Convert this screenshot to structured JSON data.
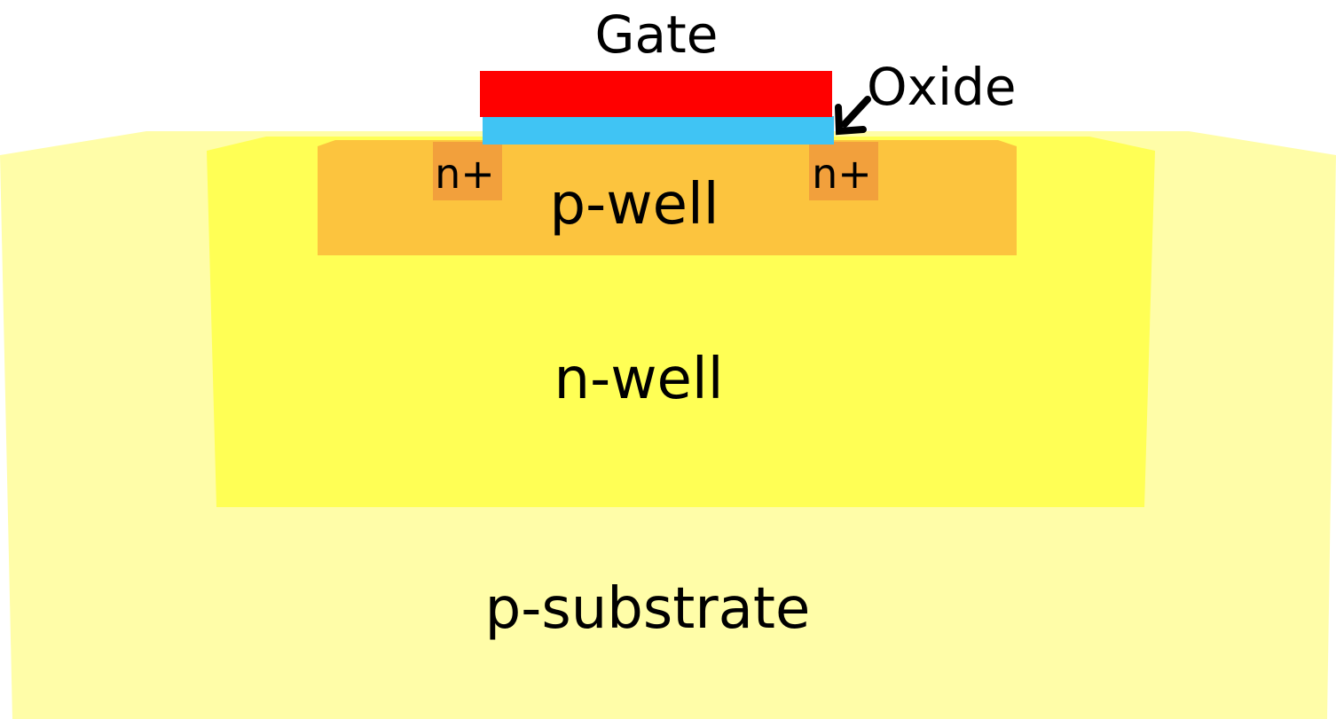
{
  "labels": {
    "gate": "Gate",
    "oxide": "Oxide",
    "n_plus_left": "n+",
    "n_plus_right": "n+",
    "p_well": "p-well",
    "n_well": "n-well",
    "p_substrate": "p-substrate"
  },
  "colors": {
    "p_substrate": "#FFFDA8",
    "n_well": "#FFFF55",
    "p_well": "#FCC43E",
    "n_plus": "#F2A03C",
    "gate": "#FF0000",
    "oxide": "#40C4F4",
    "text": "#000000"
  }
}
